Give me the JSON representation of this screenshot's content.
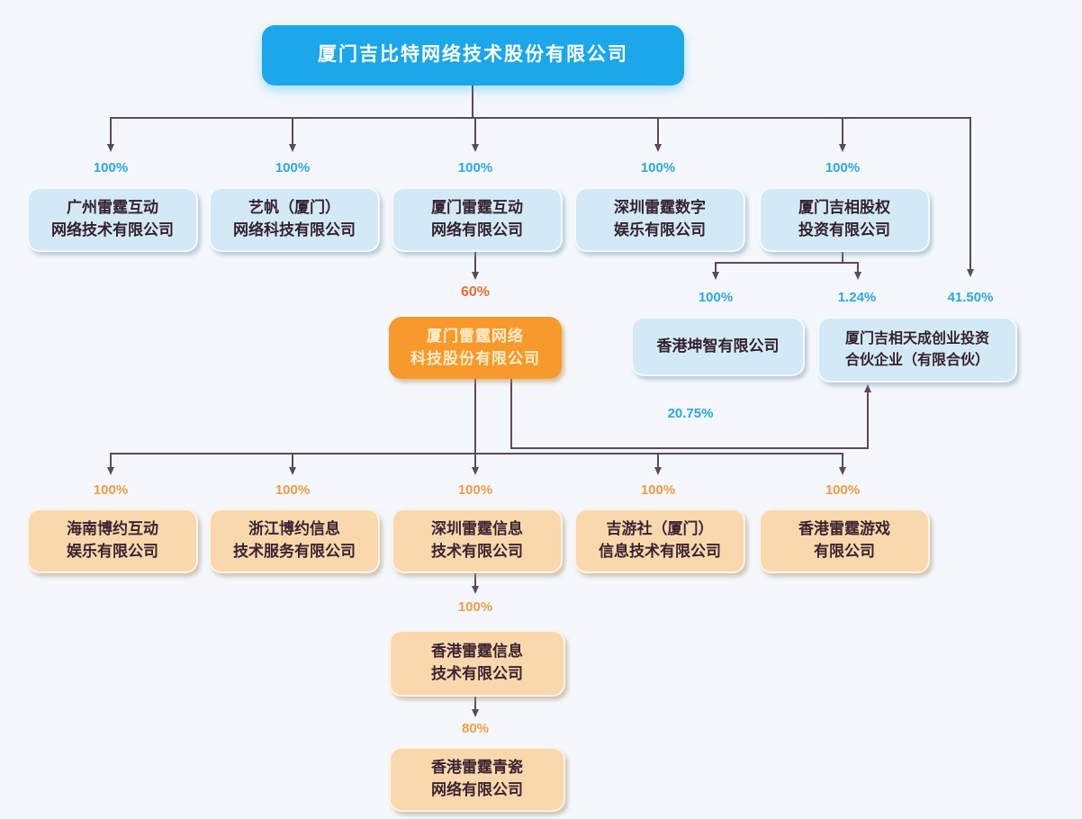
{
  "diagram": {
    "title_note": "corporate ownership structure chart",
    "root": {
      "name": "厦门吉比特网络技术股份有限公司"
    },
    "level2": [
      {
        "pct": "100%",
        "line1": "广州雷霆互动",
        "line2": "网络技术有限公司"
      },
      {
        "pct": "100%",
        "line1": "艺帆（厦门）",
        "line2": "网络科技有限公司"
      },
      {
        "pct": "100%",
        "line1": "厦门雷霆互动",
        "line2": "网络有限公司"
      },
      {
        "pct": "100%",
        "line1": "深圳雷霆数字",
        "line2": "娱乐有限公司"
      },
      {
        "pct": "100%",
        "line1": "厦门吉相股权",
        "line2": "投资有限公司"
      }
    ],
    "leiting_network": {
      "pct": "60%",
      "line1": "厦门雷霆网络",
      "line2": "科技股份有限公司"
    },
    "kunzhi": {
      "pct": "100%",
      "line1": "香港坤智有限公司"
    },
    "jixiang_tiancheng": {
      "pct_from_jixiang": "1.24%",
      "pct_from_root": "41.50%",
      "pct_from_leiting": "20.75%",
      "line1": "厦门吉相天成创业投资",
      "line2": "合伙企业（有限合伙）"
    },
    "level4": [
      {
        "pct": "100%",
        "line1": "海南博约互动",
        "line2": "娱乐有限公司"
      },
      {
        "pct": "100%",
        "line1": "浙江博约信息",
        "line2": "技术服务有限公司"
      },
      {
        "pct": "100%",
        "line1": "深圳雷霆信息",
        "line2": "技术有限公司"
      },
      {
        "pct": "100%",
        "line1": "吉游社（厦门）",
        "line2": "信息技术有限公司"
      },
      {
        "pct": "100%",
        "line1": "香港雷霆游戏",
        "line2": "有限公司"
      }
    ],
    "hk_leiting_info": {
      "pct": "100%",
      "line1": "香港雷霆信息",
      "line2": "技术有限公司"
    },
    "hk_leiting_qingci": {
      "pct": "80%",
      "line1": "香港雷霆青瓷",
      "line2": "网络有限公司"
    },
    "colors": {
      "background": "#F4F8FC",
      "root_box": "#1BA7E9",
      "light_blue_box": "#D4E9F6",
      "orange_box": "#F8992B",
      "peach_box": "#F9D8AD",
      "pct_blue": "#2BA7E3",
      "pct_orange": "#F19B45",
      "pct_red_orange": "#ED6C35",
      "connector_line": "#5C4A5F"
    }
  }
}
